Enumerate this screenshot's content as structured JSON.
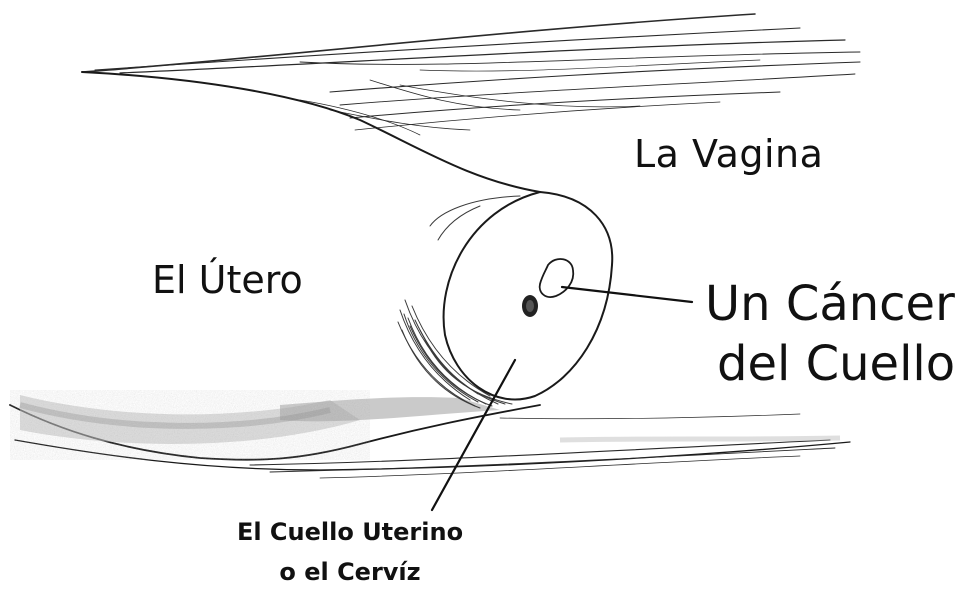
{
  "labels": {
    "vagina": "La Vagina",
    "utero": "El Útero",
    "cancer_line1": "Un Cáncer",
    "cancer_line2": "del Cuello",
    "cuello_line1": "El Cuello Uterino",
    "cuello_line2": "o el Cervíz"
  },
  "colors": {
    "ink": "#111111",
    "shading": "#9a9a9a",
    "background": "#ffffff"
  }
}
